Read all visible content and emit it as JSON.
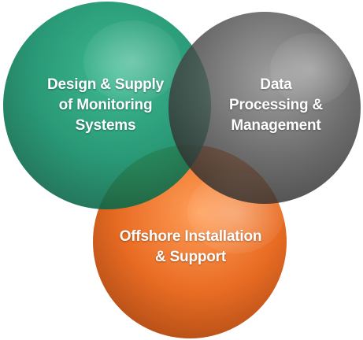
{
  "diagram": {
    "type": "venn",
    "circles": [
      {
        "id": "design",
        "label": "Design & Supply\nof  Monitoring\nSystems",
        "color": "#0d8a64"
      },
      {
        "id": "data",
        "label": "Data\nProcessing &\nManagement",
        "color": "#4a4a4a"
      },
      {
        "id": "offshore",
        "label": "Offshore Installation\n& Support",
        "color": "#e8661a"
      }
    ]
  }
}
